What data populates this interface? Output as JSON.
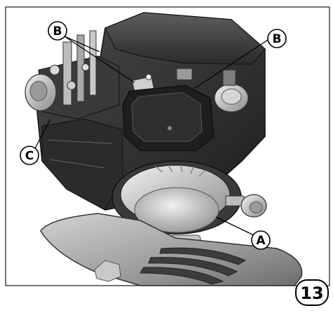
{
  "figure": {
    "number": "13",
    "callouts": [
      "B",
      "B",
      "C",
      "A"
    ]
  }
}
